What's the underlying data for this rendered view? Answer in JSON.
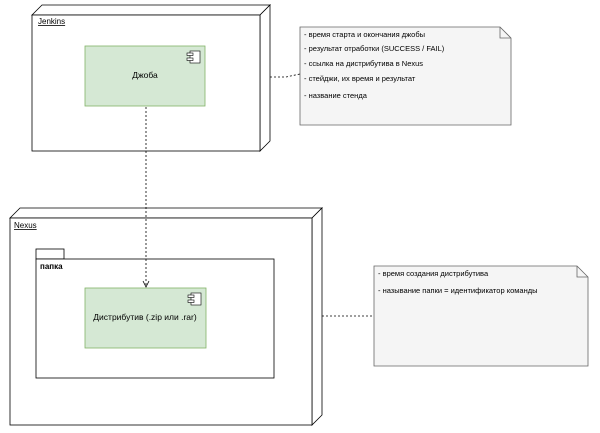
{
  "nodes": {
    "jenkins": {
      "label": "Jenkins"
    },
    "nexus": {
      "label": "Nexus"
    }
  },
  "package": {
    "label": "папка"
  },
  "components": {
    "job": {
      "label": "Джоба"
    },
    "distributive": {
      "label": "Дистрибутив (.zip или .rar)"
    }
  },
  "notes": {
    "jenkins_note": {
      "lines": [
        "- время старта и окончания джобы",
        "- результат отработки (SUCCESS / FAIL)",
        "- ссылка на дистрибутива в Nexus",
        "- стейджи, их время и результат",
        "- название стенда"
      ]
    },
    "nexus_note": {
      "lines": [
        "- время создания дистрибутива",
        "- называние папки = идентификатор команды"
      ]
    }
  },
  "colors": {
    "component_fill": "#d5e8d4",
    "component_stroke": "#82b366",
    "note_fill": "#f5f5f5",
    "note_stroke": "#666666",
    "node_stroke": "#000000"
  }
}
